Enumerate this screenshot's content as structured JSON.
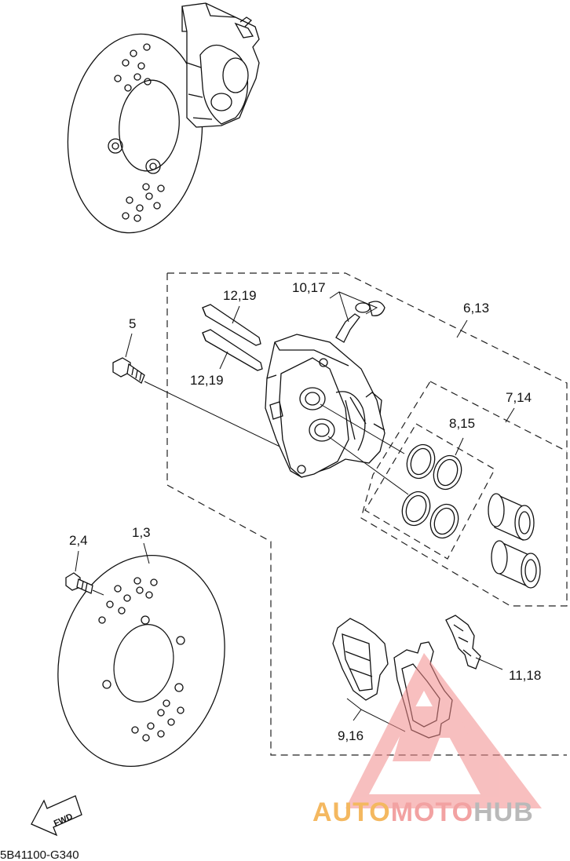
{
  "diagram": {
    "part_labels": {
      "p1_3": "1,3",
      "p2_4": "2,4",
      "p5": "5",
      "p6_13": "6,13",
      "p7_14": "7,14",
      "p8_15": "8,15",
      "p9_16": "9,16",
      "p10_17": "10,17",
      "p11_18": "11,18",
      "p12_19_top": "12,19",
      "p12_19_bottom": "12,19"
    },
    "fwd_arrow": "FWD",
    "drawing_code": "5B41100-G340"
  },
  "watermark": {
    "part1": "AUTO",
    "part2": "MOTO",
    "part3": "HUB",
    "color1": "#f4b860",
    "color2": "#f2a2a2",
    "color3": "#b9b9b9"
  }
}
